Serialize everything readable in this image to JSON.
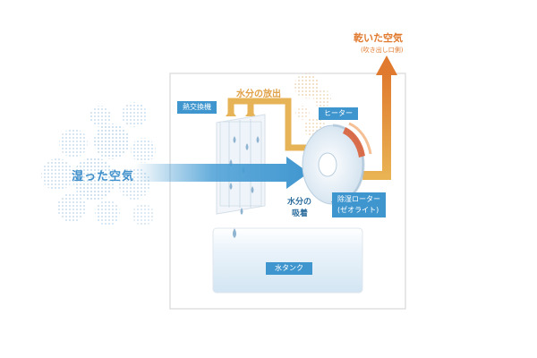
{
  "diagram": {
    "air_in_label": "湿った空気",
    "air_out_label": "乾いた空気",
    "air_out_sublabel": "(吹き出し口側)",
    "moisture_release_label": "水分の放出",
    "moisture_adsorption_label_line1": "水分の",
    "moisture_adsorption_label_line2": "吸着",
    "heat_exchanger_tag": "熱交換機",
    "heater_tag": "ヒーター",
    "rotor_tag_line1": "除湿ローター",
    "rotor_tag_line2": "(ゼオライト)",
    "water_tank_tag": "水タンク"
  },
  "colors": {
    "humid_blue": "#3f96cf",
    "dry_orange": "#e07a2e",
    "warm_yellow": "#e7b357",
    "heater_red": "#d9603a",
    "panel_border": "#d8d8d8"
  },
  "icons": [
    "air-flow-arrow",
    "exhaust-arrow",
    "water-drop",
    "rotor-disc",
    "heater-element"
  ]
}
